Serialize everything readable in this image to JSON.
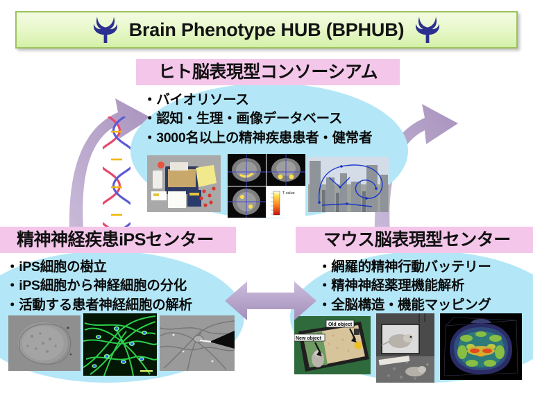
{
  "header": {
    "title": "Brain Phenotype HUB (BPHUB)",
    "logo_name": "osaka-university-logo",
    "logo_color": "#2b2f8f",
    "background_color": "#e9f8cc",
    "border_color": "#9cc25c"
  },
  "palette": {
    "banner_pink": "#f4c7ea",
    "ellipse_blue": "#b3e7f7",
    "arrow_purple": "#b8a4cc",
    "text_black": "#111111"
  },
  "sections": [
    {
      "id": "consortium",
      "title": "ヒト脳表現型コンソーシアム",
      "bullets": [
        "・バイオリソース",
        "・認知・生理・画像データベース",
        "・3000名以上の精神疾患患者・健常者"
      ],
      "thumbnails": [
        {
          "name": "bioresource-kit-photo",
          "caption": ""
        },
        {
          "name": "fmri-brain-scans-photo",
          "caption": "T value"
        },
        {
          "name": "eye-tracking-cityscape-photo",
          "caption": ""
        }
      ]
    },
    {
      "id": "ips-center",
      "title": "精神神経疾患iPSセンター",
      "bullets": [
        "・iPS細胞の樹立",
        "・iPS細胞から神経細胞の分化",
        "・活動する患者神経細胞の解析"
      ],
      "thumbnails": [
        {
          "name": "ips-colony-phase-contrast-photo",
          "caption": ""
        },
        {
          "name": "neuron-immunofluorescence-photo",
          "caption": ""
        },
        {
          "name": "patch-clamp-neuron-photo",
          "caption": ""
        }
      ]
    },
    {
      "id": "mouse-center",
      "title": "マウス脳表現型センター",
      "bullets": [
        "・網羅的精神行動バッテリー",
        "・精神神経薬理機能解析",
        "・全脳構造・機能マッピング"
      ],
      "thumbnails": [
        {
          "name": "novel-object-recognition-photo",
          "caption_old": "Old object",
          "caption_new": "New object"
        },
        {
          "name": "mouse-home-cage-monitoring-photo",
          "caption": ""
        },
        {
          "name": "whole-brain-mapping-photo",
          "caption": ""
        }
      ]
    }
  ],
  "decorations": [
    {
      "name": "curved-arrow-up-right",
      "color": "#b8a4cc"
    },
    {
      "name": "curved-arrow-up-left",
      "color": "#b8a4cc"
    },
    {
      "name": "double-headed-arrow-horizontal",
      "color": "#b8a4cc"
    },
    {
      "name": "dna-double-helix-illustration",
      "colors": [
        "#e8486a",
        "#5b5bd6",
        "#f2b705"
      ]
    }
  ]
}
